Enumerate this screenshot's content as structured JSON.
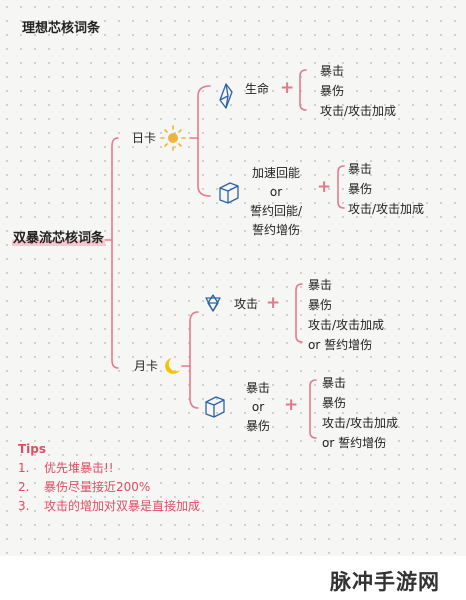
{
  "title": "理想芯核词条",
  "root": "双暴流芯核词条",
  "branches": {
    "day": {
      "label": "日卡",
      "icon": "sun-icon",
      "items": [
        {
          "icon": "prism-icon",
          "prefix": "生命",
          "plus": "+",
          "stats": [
            "暴击",
            "暴伤",
            "攻击/攻击加成"
          ]
        },
        {
          "icon": "cube-icon",
          "prefix_lines": [
            "加速回能",
            "or",
            "誓约回能/",
            "誓约增伤"
          ],
          "plus": "+",
          "stats": [
            "暴击",
            "暴伤",
            "攻击/攻击加成"
          ]
        }
      ]
    },
    "moon": {
      "label": "月卡",
      "icon": "moon-icon",
      "items": [
        {
          "icon": "star-icon",
          "prefix": "攻击",
          "plus": "+",
          "stats": [
            "暴击",
            "暴伤",
            "攻击/攻击加成",
            "or 誓约增伤"
          ]
        },
        {
          "icon": "cube-icon",
          "prefix_lines": [
            "暴击",
            "or",
            "暴伤"
          ],
          "plus": "+",
          "stats": [
            "暴击",
            "暴伤",
            "攻击/攻击加成",
            "or 誓约增伤"
          ]
        }
      ]
    }
  },
  "tips": {
    "title": "Tips",
    "items": [
      {
        "num": "1.",
        "text": "优先堆暴击!!"
      },
      {
        "num": "2.",
        "text": "暴伤尽量接近200%"
      },
      {
        "num": "3.",
        "text": "攻击的增加对双暴是直接加成"
      }
    ]
  },
  "watermark": "脉冲手游网",
  "colors": {
    "line": "#e77a8c",
    "icon_blue": "#2c63a8",
    "sun": "#f2b33d",
    "moon": "#f2c400",
    "tips": "#e04d62"
  }
}
